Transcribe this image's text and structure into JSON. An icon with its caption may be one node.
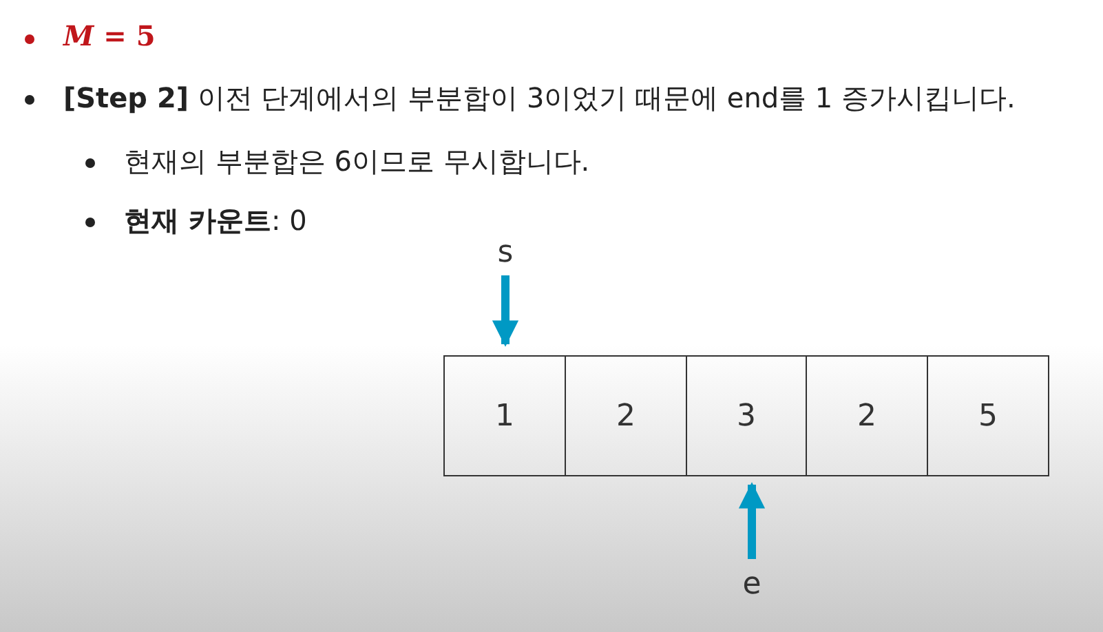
{
  "diagram": {
    "nodes": [
      {
        "text": [
          "s"
        ]
      },
      {
        "text": [
          "1"
        ]
      },
      {
        "text": [
          "2"
        ]
      },
      {
        "text": [
          "3"
        ]
      },
      {
        "text": [
          "2"
        ]
      },
      {
        "text": [
          "5"
        ]
      },
      {
        "text": [
          "e"
        ]
      }
    ],
    "edges": [
      {
        "from": 0,
        "to": 1,
        "arrow": "to"
      },
      {
        "from": 6,
        "to": 3,
        "arrow": "to"
      }
    ],
    "labels": [
      "*M* = 5",
      "**[Step 2]** 이전 단계에서의 부분합이 3이었기 때문에 end를 1 증가시킵니다.",
      "현재의 부분합은 6이므로 무시합니다.",
      "**현재 카운트**: 0"
    ]
  }
}
